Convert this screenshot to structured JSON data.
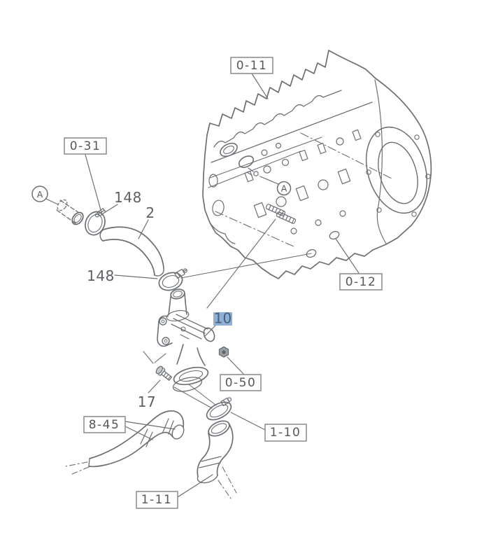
{
  "colors": {
    "line": "#6b6f73",
    "box_border": "#86898c",
    "label_text": "#54575b",
    "highlight_bg": "#8db0d8",
    "highlight_text": "#4d5d72",
    "background": "#ffffff"
  },
  "ref_boxes": [
    {
      "label": "0-11"
    },
    {
      "label": "0-31"
    },
    {
      "label": "0-12"
    },
    {
      "label": "0-50"
    },
    {
      "label": "8-45"
    },
    {
      "label": "1-10"
    },
    {
      "label": "1-11"
    }
  ],
  "part_numbers": {
    "clamp_upper": "148",
    "upper_hose": "2",
    "clamp_middle": "148",
    "bolt": "17",
    "selected": "10"
  },
  "view_markers": {
    "left": "A",
    "engine": "A"
  }
}
